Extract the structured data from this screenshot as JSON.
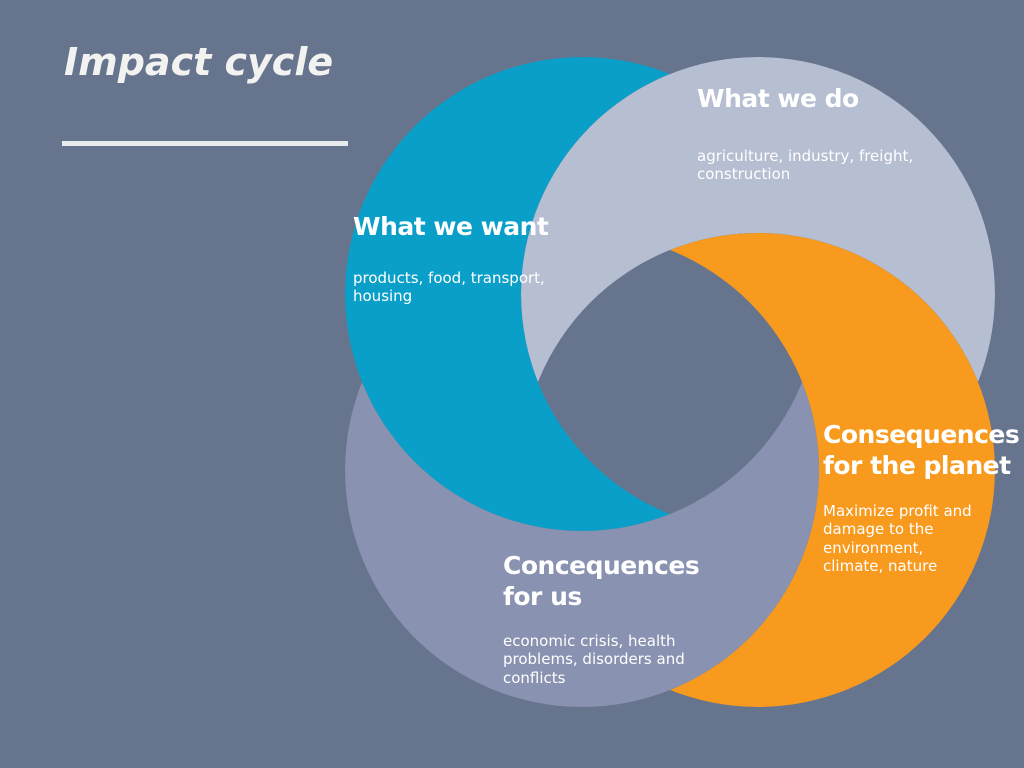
{
  "slide": {
    "title": "Impact cycle",
    "background_color": "#67748E",
    "title_color": "#F2F3F1",
    "rule_color": "#E9ECEE",
    "text_color": "#FFFFFF"
  },
  "cycle": {
    "segments": [
      {
        "id": "want",
        "heading": "What we want",
        "description": "products, food, transport,\nhousing",
        "color": "#0A9FC8"
      },
      {
        "id": "do",
        "heading": "What we do",
        "description": "agriculture, industry, freight,\nconstruction",
        "color": "#B6BED1"
      },
      {
        "id": "planet",
        "heading": "Consequences\nfor the planet",
        "description": "Maximize profit and\ndamage to the environment,\nclimate, nature",
        "color": "#F79A1E"
      },
      {
        "id": "us",
        "heading": "Concequences\nfor us",
        "description": "economic crisis, health\nproblems, disorders and\nconflicts",
        "color": "#8A92B1"
      }
    ]
  }
}
